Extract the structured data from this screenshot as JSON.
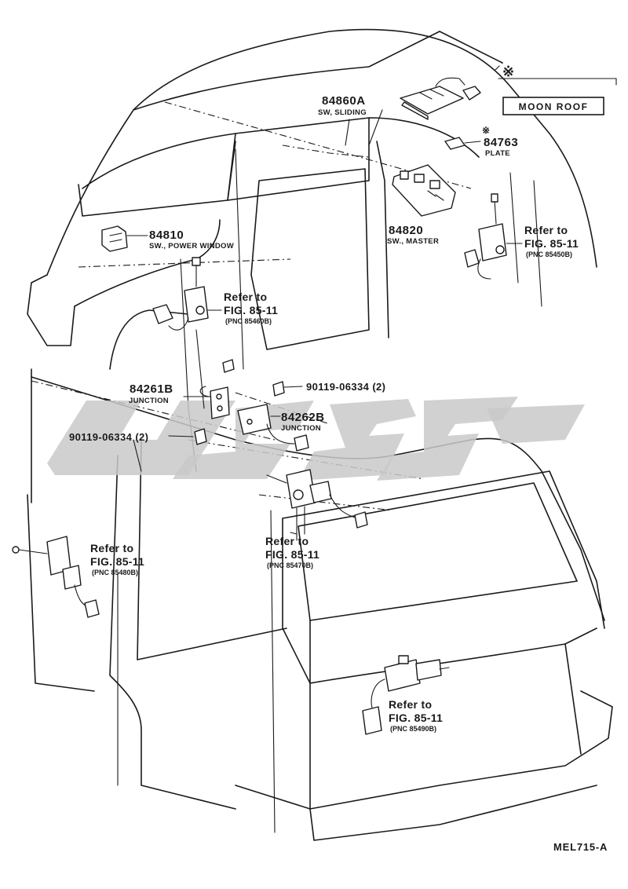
{
  "callouts": {
    "sw_sliding": {
      "part": "84860A",
      "desc": "SW, SLIDING"
    },
    "plate": {
      "part": "84763",
      "desc": "PLATE",
      "mark": "※"
    },
    "sw_master": {
      "part": "84820",
      "desc": "SW., MASTER"
    },
    "sw_power": {
      "part": "84810",
      "desc": "SW., POWER WINDOW"
    },
    "junction_b": {
      "part": "84261B",
      "desc": "JUNCTION"
    },
    "junction_c": {
      "part": "84262B",
      "desc": "JUNCTION"
    },
    "bolt_right": {
      "part": "90119-06334 (2)"
    },
    "bolt_left": {
      "part": "90119-06334 (2)"
    }
  },
  "moonroof": {
    "mark": "※",
    "label": "MOON ROOF"
  },
  "refs": {
    "r1": {
      "line1": "Refer to",
      "line2": "FIG. 85-11",
      "pnc": "(PNC 85450B)"
    },
    "r2": {
      "line1": "Refer to",
      "line2": "FIG. 85-11",
      "pnc": "(PNC 85460B)"
    },
    "r3": {
      "line1": "Refer to",
      "line2": "FIG. 85-11",
      "pnc": "(PNC 85470B)"
    },
    "r4": {
      "line1": "Refer to",
      "line2": "FIG. 85-11",
      "pnc": "(PNC 85480B)"
    },
    "r5": {
      "line1": "Refer to",
      "line2": "FIG. 85-11",
      "pnc": "(PNC 85490B)"
    }
  },
  "drawing_code": "MEL715-A",
  "colors": {
    "ink": "#1a1a1a",
    "watermark": "#c9c9c9",
    "paper": "#ffffff"
  }
}
